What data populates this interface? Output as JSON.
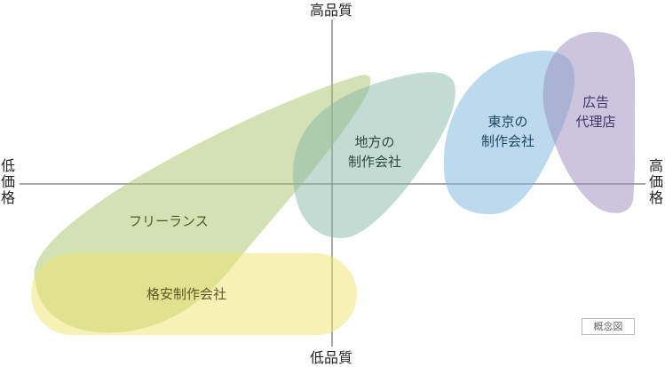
{
  "axes": {
    "top": "高品質",
    "bottom": "低品質",
    "left": "低価格",
    "right": "高価格"
  },
  "regions": {
    "freelance": {
      "label": "フリーランス",
      "color": "#a9c46a",
      "text_color": "#4a5d22"
    },
    "budget_studio": {
      "label": "格安制作会社",
      "color": "#eee36a",
      "text_color": "#5e5a28"
    },
    "local_studio": {
      "label": [
        "地方の",
        "制作会社"
      ],
      "color": "#86b8a8",
      "text_color": "#2d4a40"
    },
    "tokyo_studio": {
      "label": [
        "東京の",
        "制作会社"
      ],
      "color": "#7ab5dc",
      "text_color": "#1f4762"
    },
    "ad_agency": {
      "label": [
        "広告",
        "代理店"
      ],
      "color": "#9a8bbe",
      "text_color": "#3e3466"
    }
  },
  "note": "概念図",
  "colors": {
    "axis": "#555555"
  }
}
